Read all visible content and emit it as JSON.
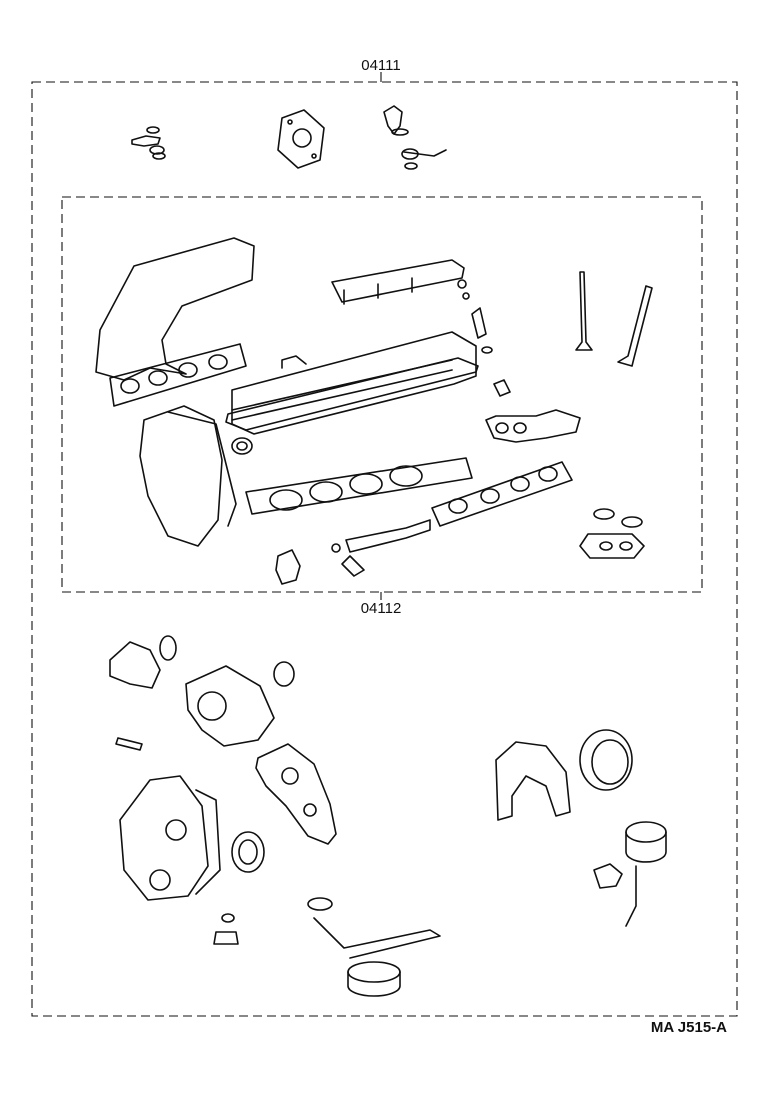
{
  "labels": {
    "outer_kit": "04111",
    "inner_kit": "04112",
    "figure_code": "MA  J515-A"
  },
  "colors": {
    "line": "#111111",
    "background": "#ffffff"
  }
}
